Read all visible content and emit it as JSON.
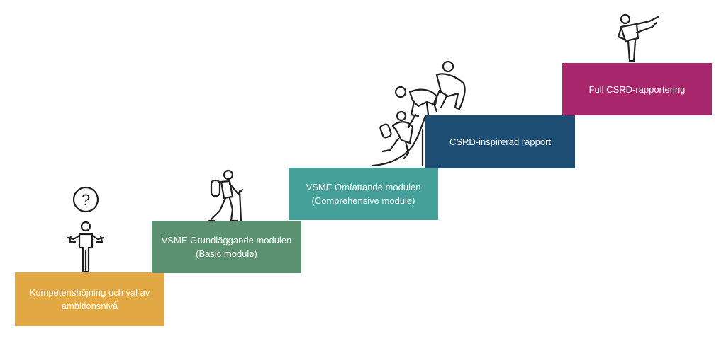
{
  "steps": [
    {
      "line1": "Kompetenshöjning och val av",
      "line2": "ambitionsnivå",
      "color": "#e2a844",
      "icon": "confused-person-icon"
    },
    {
      "line1": "VSME Grundläggande modulen",
      "line2": "(Basic module)",
      "color": "#5b9170",
      "icon": "hiker-icon"
    },
    {
      "line1": "VSME Omfattande modulen",
      "line2": "(Comprehensive module)",
      "color": "#46a09a",
      "icon": "climbers-icon"
    },
    {
      "line1": "CSRD-inspirerad rapport",
      "line2": "",
      "color": "#1f4e74",
      "icon": ""
    },
    {
      "line1": "Full CSRD-rapportering",
      "line2": "",
      "color": "#a8276d",
      "icon": "martial-arts-kick-icon"
    }
  ],
  "question_mark": "?"
}
